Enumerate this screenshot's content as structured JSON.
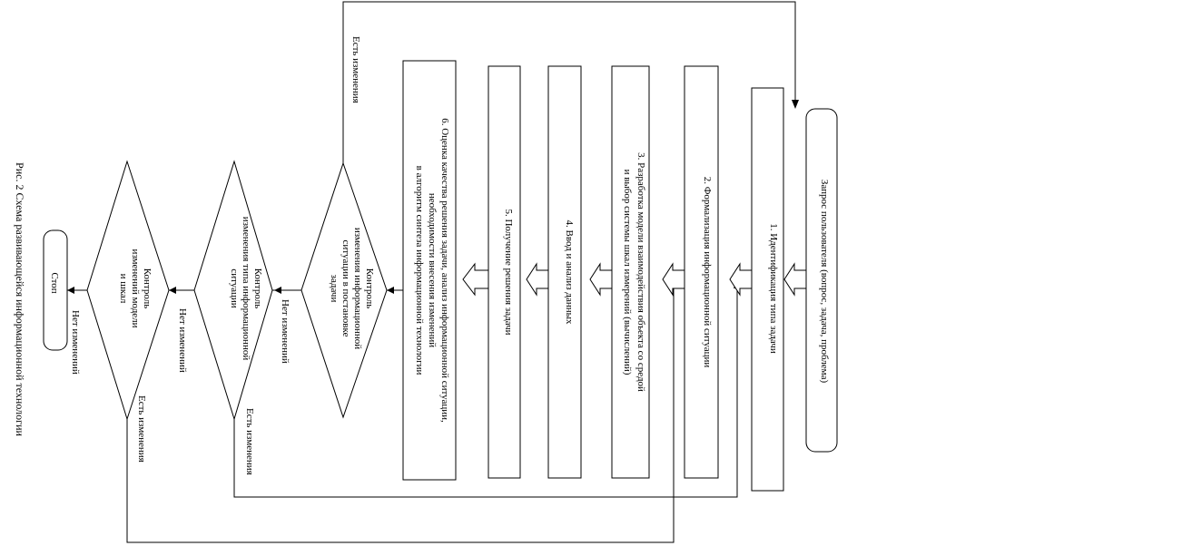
{
  "caption": "Рис. 2 Схема развивающейся информационной технологии",
  "start": "Запрос пользователя (вопрос, задача, проблема)",
  "steps": {
    "s1": "1. Идентификация типа задачи",
    "s2": "2. Формализация информационной ситуации",
    "s3_line1": "3. Разработка модели взаимодействия объекта со средой",
    "s3_line2": "и выбор системы шкал измерений (вычислений)",
    "s4": "4. Ввод и анализ данных",
    "s5": "5. Получение решения задачи",
    "s6_line1": "6. Оценка качества решения задачи, анализ информационной ситуации,",
    "s6_line2": "необходимости внесения изменений",
    "s6_line3": "в алгоритм синтеза информационной технологии"
  },
  "decisions": {
    "d1": [
      "Контроль",
      "изменения информационной",
      "ситуации в постановке",
      "задачи"
    ],
    "d2": [
      "Контроль",
      "изменения типа информационной",
      "ситуации"
    ],
    "d3": [
      "Контроль",
      "изменений модели",
      "и шкал"
    ]
  },
  "branch_labels": {
    "has_changes": "Есть изменения",
    "no_changes": "Нет изменений"
  },
  "stop": "Стоп"
}
